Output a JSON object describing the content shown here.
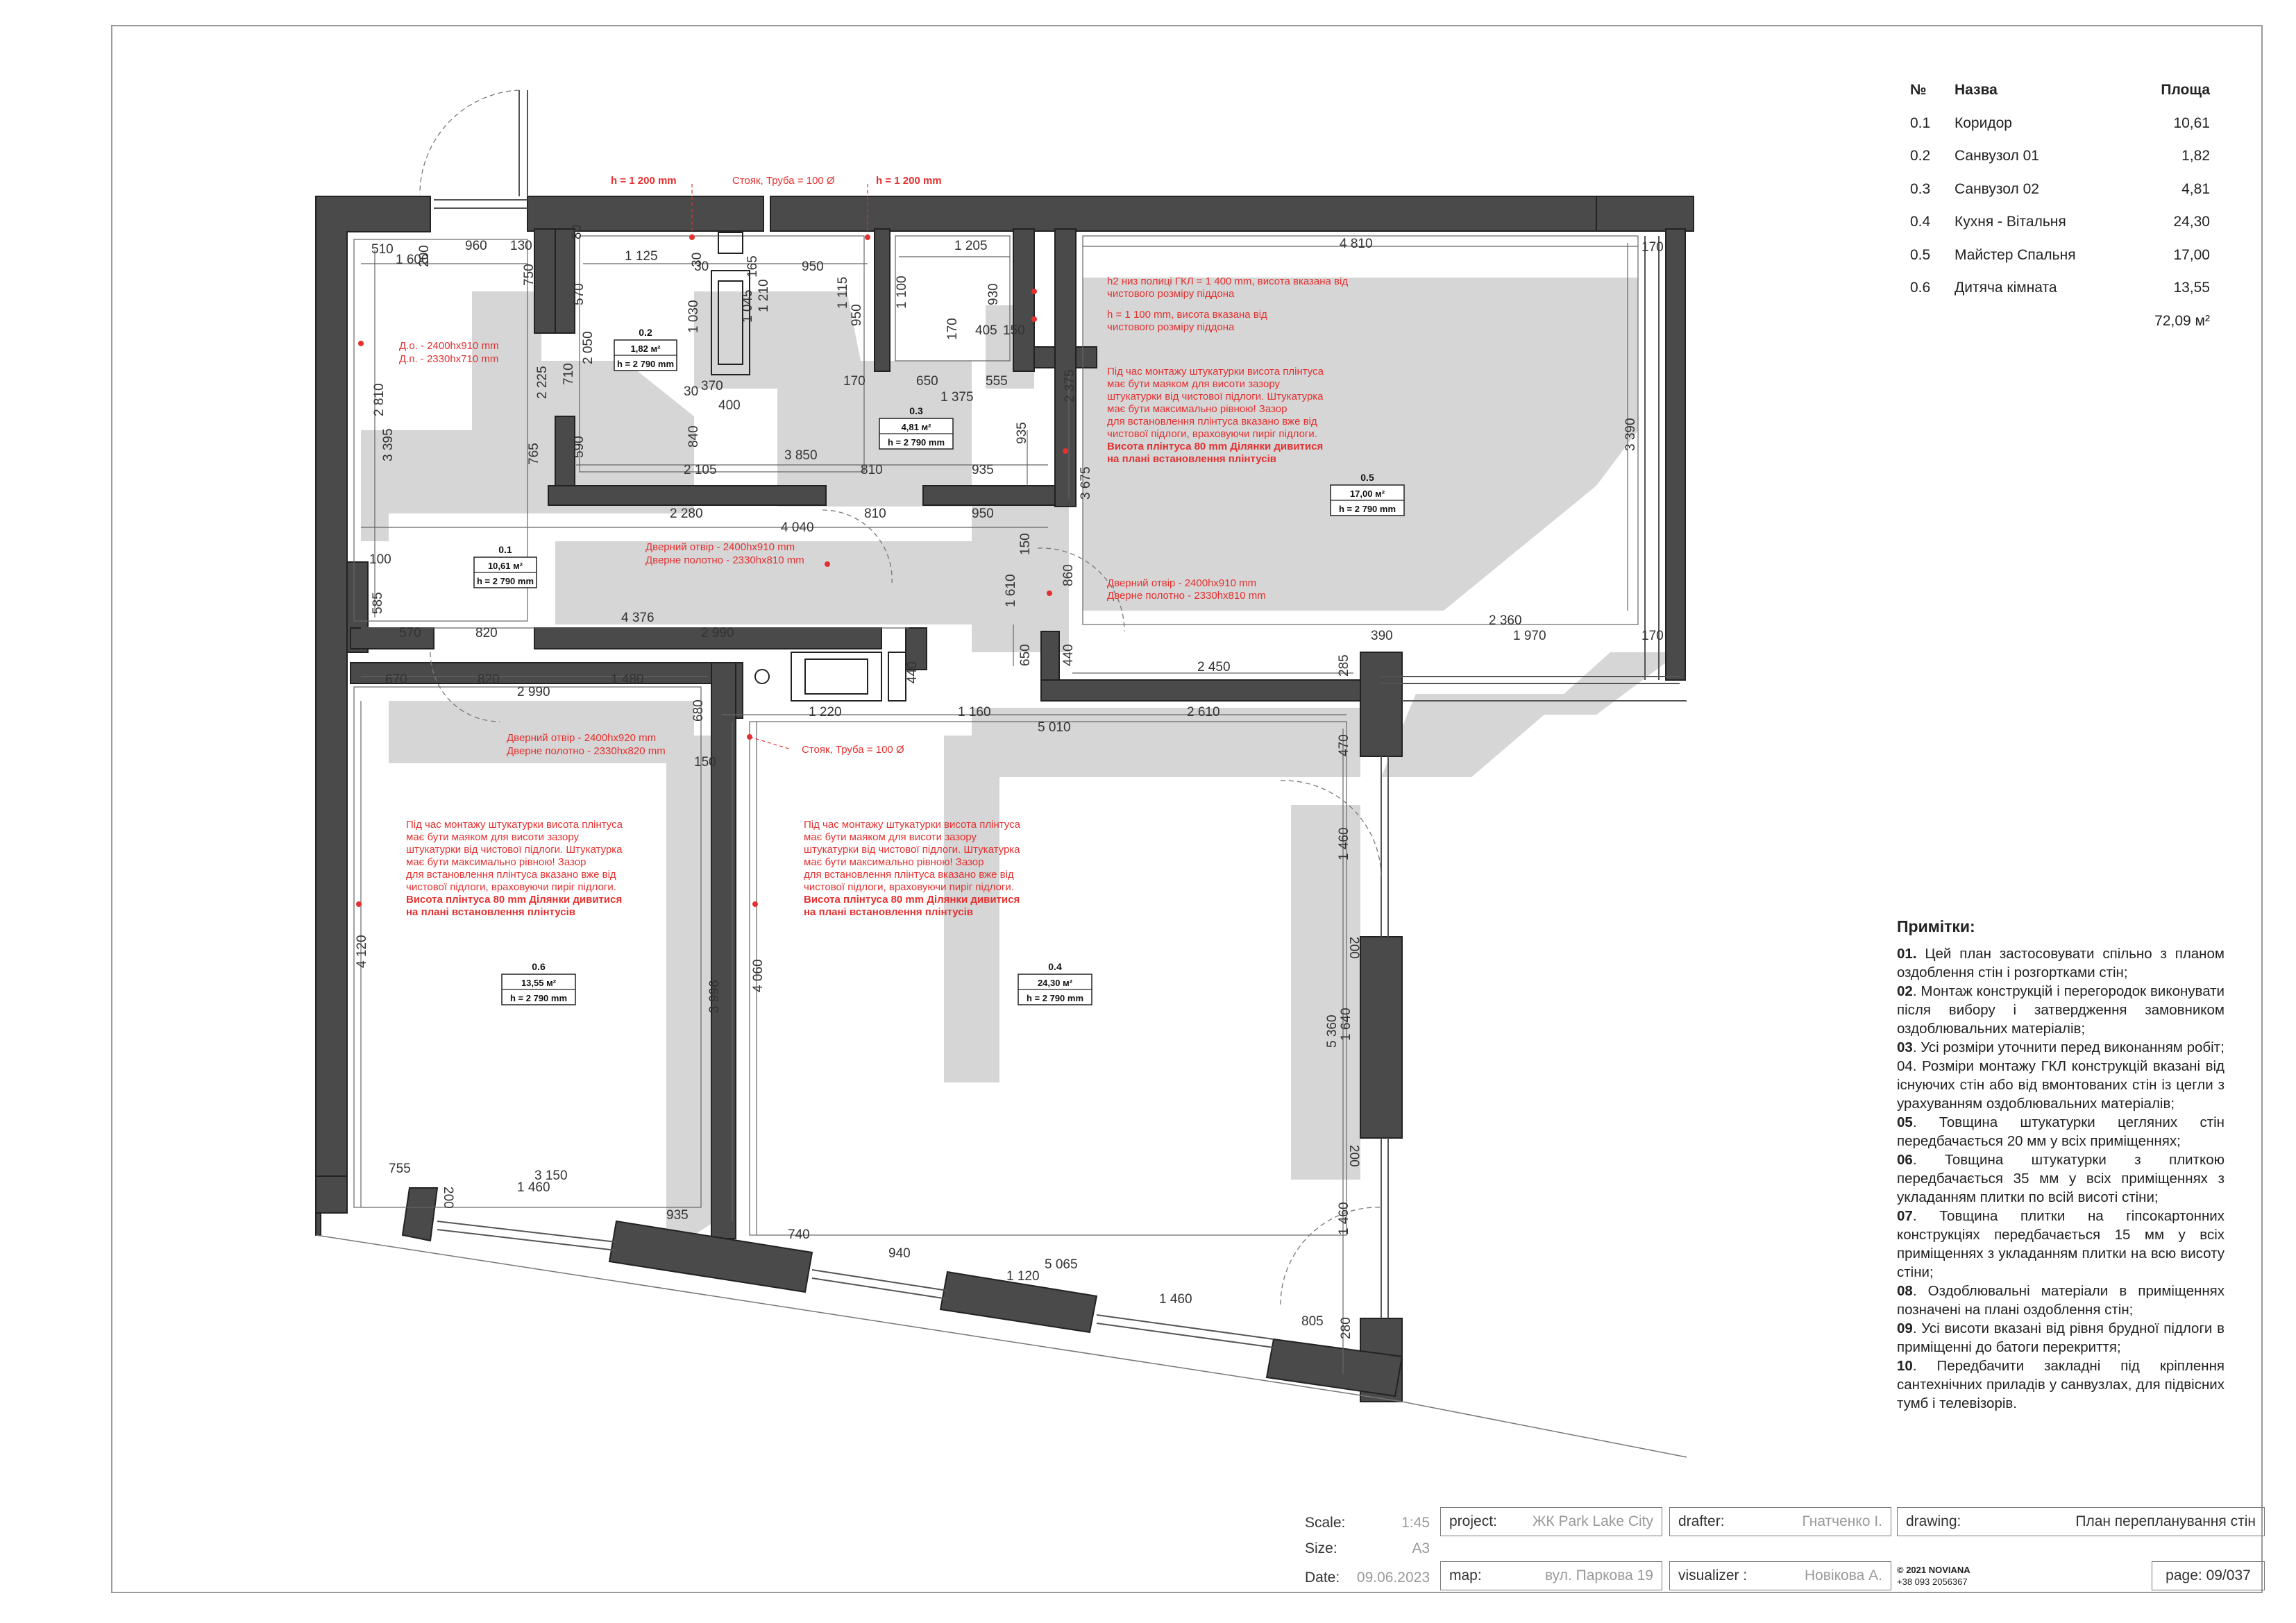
{
  "rooms_table": {
    "header": {
      "no": "№",
      "name": "Назва",
      "area": "Площа"
    },
    "rows": [
      {
        "no": "0.1",
        "name": "Коридор",
        "area": "10,61"
      },
      {
        "no": "0.2",
        "name": "Санвузол 01",
        "area": "1,82"
      },
      {
        "no": "0.3",
        "name": "Санвузол 02",
        "area": "4,81"
      },
      {
        "no": "0.4",
        "name": "Кухня - Вітальня",
        "area": "24,30"
      },
      {
        "no": "0.5",
        "name": "Майстер Спальня",
        "area": "17,00"
      },
      {
        "no": "0.6",
        "name": "Дитяча кімната",
        "area": "13,55"
      }
    ],
    "total": "72,09 м²"
  },
  "notes": {
    "title": "Примітки:",
    "items": [
      {
        "num": "01.",
        "text": " Цей план застосовувати спільно з планом оздоблення стін і розгортками стін;"
      },
      {
        "num": "02",
        "text": ". Монтаж конструкцій і перегородок виконувати після вибору і затвердження замовником оздоблювальних матеріалів;"
      },
      {
        "num": "03",
        "text": ". Усі розміри уточнити перед виконанням робіт;"
      },
      {
        "num": "",
        "text": "04. Розміри монтажу ГКЛ конструкцій вказані від існуючих стін або від вмонтованих стін із цегли з урахуванням оздоблювальних матеріалів;"
      },
      {
        "num": "05",
        "text": ". Товщина штукатурки цегляних стін передбачається 20 мм у всіх приміщеннях;"
      },
      {
        "num": "06",
        "text": ". Товщина штукатурки з плиткою передбачається 35 мм у всіх приміщеннях з укладанням плитки по всій висоті стіни;"
      },
      {
        "num": "07",
        "text": ". Товщина плитки на гіпсокартонних конструкціях передбачається 15 мм у всіх приміщеннях з укладанням плитки на всю висоту стіни;"
      },
      {
        "num": "08",
        "text": ". Оздоблювальні матеріали в приміщеннях позначені на плані оздоблення стін;"
      },
      {
        "num": "09",
        "text": ". Усі висоти вказані від рівня брудної підлоги в приміщенні до батоги перекриття;"
      },
      {
        "num": "10",
        "text": ". Передбачити закладні під кріплення сантехнічних приладів у санвузлах, для підвісних тумб і телевізорів."
      }
    ]
  },
  "title_block": {
    "scale_label": "Scale:",
    "scale": "1:45",
    "size_label": "Size:",
    "size": "A3",
    "date_label": "Date:",
    "date": "09.06.2023",
    "project_label": "project:",
    "project": "ЖК Park Lake City",
    "map_label": "map:",
    "map": "вул. Паркова 19",
    "drafter_label": "drafter:",
    "drafter": "Гнатченко І.",
    "visualizer_label": "visualizer :",
    "visualizer": "Новікова А.",
    "drawing_label": "drawing:",
    "drawing": "План перепланування стін",
    "page_label": "page:",
    "page": "09/037",
    "copyright": "© 2021 NOVIANA",
    "phone": "+38 093 2056367"
  },
  "plan": {
    "room_tags": [
      {
        "no": "0.1",
        "area": "10,61 м²",
        "height": "h = 2 790 mm"
      },
      {
        "no": "0.2",
        "area": "1,82 м²",
        "height": "h = 2 790 mm"
      },
      {
        "no": "0.3",
        "area": "4,81 м²",
        "height": "h = 2 790 mm"
      },
      {
        "no": "0.4",
        "area": "24,30 м²",
        "height": "h = 2 790 mm"
      },
      {
        "no": "0.5",
        "area": "17,00 м²",
        "height": "h = 2 790 mm"
      },
      {
        "no": "0.6",
        "area": "13,55 м²",
        "height": "h = 2 790 mm"
      }
    ],
    "red_notes": {
      "h1200_a": "h = 1 200 mm",
      "riser": "Стояк, Труба = 100 Ø",
      "h1200_b": "h = 1 200 mm",
      "h2_line1": "h2 низ полиці ГКЛ = 1 400 mm, висота вказана від",
      "h2_line2": "чистового розміру піддона",
      "h1100_line1": "h = 1 100 mm, висота вказана від",
      "h1100_line2": "чистового розміру піддона",
      "door_entry_1": "Д.о. - 2400hx910 mm",
      "door_entry_2": "Д.п. - 2330hx710 mm",
      "door_a_1": "Дверний отвір - 2400hx910 mm",
      "door_a_2": "Дверне полотно - 2330hx810 mm",
      "door_b_1": "Дверний отвір - 2400hx910 mm",
      "door_b_2": "Дверне полотно - 2330hx810 mm",
      "door_c_1": "Дверний отвір - 2400hx920 mm",
      "door_c_2": "Дверне полотно - 2330hx820 mm",
      "riser_2": "Стояк, Труба = 100 Ø",
      "plinth_1": "Під час монтажу штукатурки висота плінтуса",
      "plinth_2": "має бути маяком для висоти зазору",
      "plinth_3": "штукатурки від чистової підлоги. Штукатурка",
      "plinth_4": "має бути максимально рівною! Зазор",
      "plinth_5": "для встановлення плінтуса вказано вже від",
      "plinth_6": "чистової підлоги, враховуючи пиріг підлоги.",
      "plinth_7": "Висота плінтуса 80 mm Ділянки дивитися",
      "plinth_8": "на плані встановлення плінтусів"
    },
    "dims": {
      "d510": "510",
      "d960": "960",
      "d130": "130",
      "d1600": "1 600",
      "d80": "80",
      "d200": "200",
      "d750": "750",
      "d570": "570",
      "d1125": "1 125",
      "d30": "30",
      "d165": "165",
      "d950": "950",
      "d1205": "1 205",
      "d4810": "4 810",
      "d170": "170",
      "d1030": "1 030",
      "d1045": "1 045",
      "d1210": "1 210",
      "d1115": "1 115",
      "d950v": "950",
      "d1100": "1 100",
      "d930": "930",
      "d405": "405",
      "d150": "150",
      "d710": "710",
      "d2050": "2 050",
      "d2225": "2 225",
      "d370": "370",
      "d400": "400",
      "d650": "650",
      "d555": "555",
      "d1375": "1 375",
      "d2375": "2 375",
      "d2810": "2 810",
      "d3395": "3 395",
      "d840": "840",
      "d935v": "935",
      "d590": "590",
      "d765": "765",
      "d3850": "3 850",
      "d2105": "2 105",
      "d810": "810",
      "d935": "935",
      "d3675": "3 675",
      "d3390": "3 390",
      "d2280": "2 280",
      "d810b": "810",
      "d950b": "950",
      "d4040": "4 040",
      "d100": "100",
      "d150b": "150",
      "d860": "860",
      "d585": "585",
      "d1610": "1 610",
      "d4376": "4 376",
      "d570b": "570",
      "d820": "820",
      "d2990": "2 990",
      "d2360": "2 360",
      "d390": "390",
      "d1970": "1 970",
      "d670": "670",
      "d820b": "820",
      "d2990b": "2 990",
      "d1480": "1 480",
      "d440": "440",
      "d650v": "650",
      "d440v": "440",
      "d2450": "2 450",
      "d285": "285",
      "d680": "680",
      "d1220": "1 220",
      "d1160": "1 160",
      "d5010": "5 010",
      "d2610": "2 610",
      "d150c": "150",
      "d470": "470",
      "d1460a": "1 460",
      "d4120": "4 120",
      "d3996": "3 996",
      "d4060": "4 060",
      "d200b": "200",
      "d5360": "5 360",
      "d1640": "1 640",
      "d200c": "200",
      "d755": "755",
      "d3150": "3 150",
      "d1460b": "1 460",
      "d935b": "935",
      "d200d": "200",
      "d740": "740",
      "d940": "940",
      "d5065": "5 065",
      "d1120": "1 120",
      "d1460c": "1 460",
      "d1460d": "1 460",
      "d805": "805",
      "d280": "280"
    }
  }
}
